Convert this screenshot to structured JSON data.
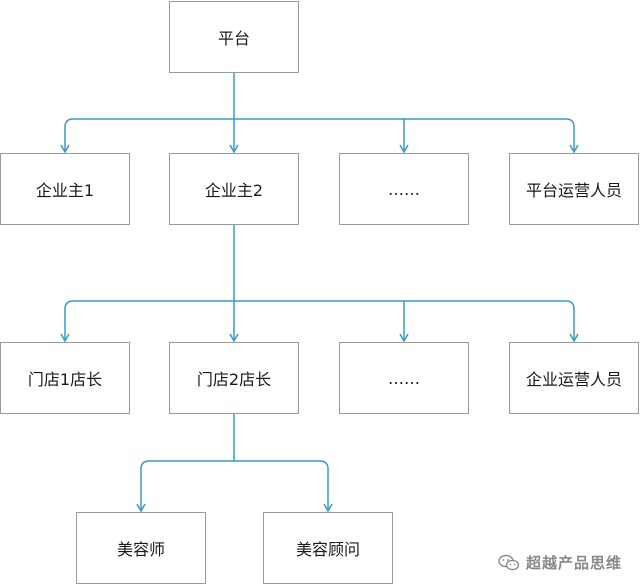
{
  "nodes": {
    "platform": "平台",
    "owner1": "企业主1",
    "owner2": "企业主2",
    "owner_more": "……",
    "platform_ops": "平台运营人员",
    "store1_manager": "门店1店长",
    "store2_manager": "门店2店长",
    "store_more": "……",
    "enterprise_ops": "企业运营人员",
    "beautician": "美容师",
    "beauty_consultant": "美容顾问"
  },
  "watermark": {
    "text": "超越产品思维",
    "icon": "wechat-icon"
  },
  "colors": {
    "connector": "#3a9ac9",
    "node_border": "#9a9a9a",
    "text": "#1a1a1a"
  }
}
